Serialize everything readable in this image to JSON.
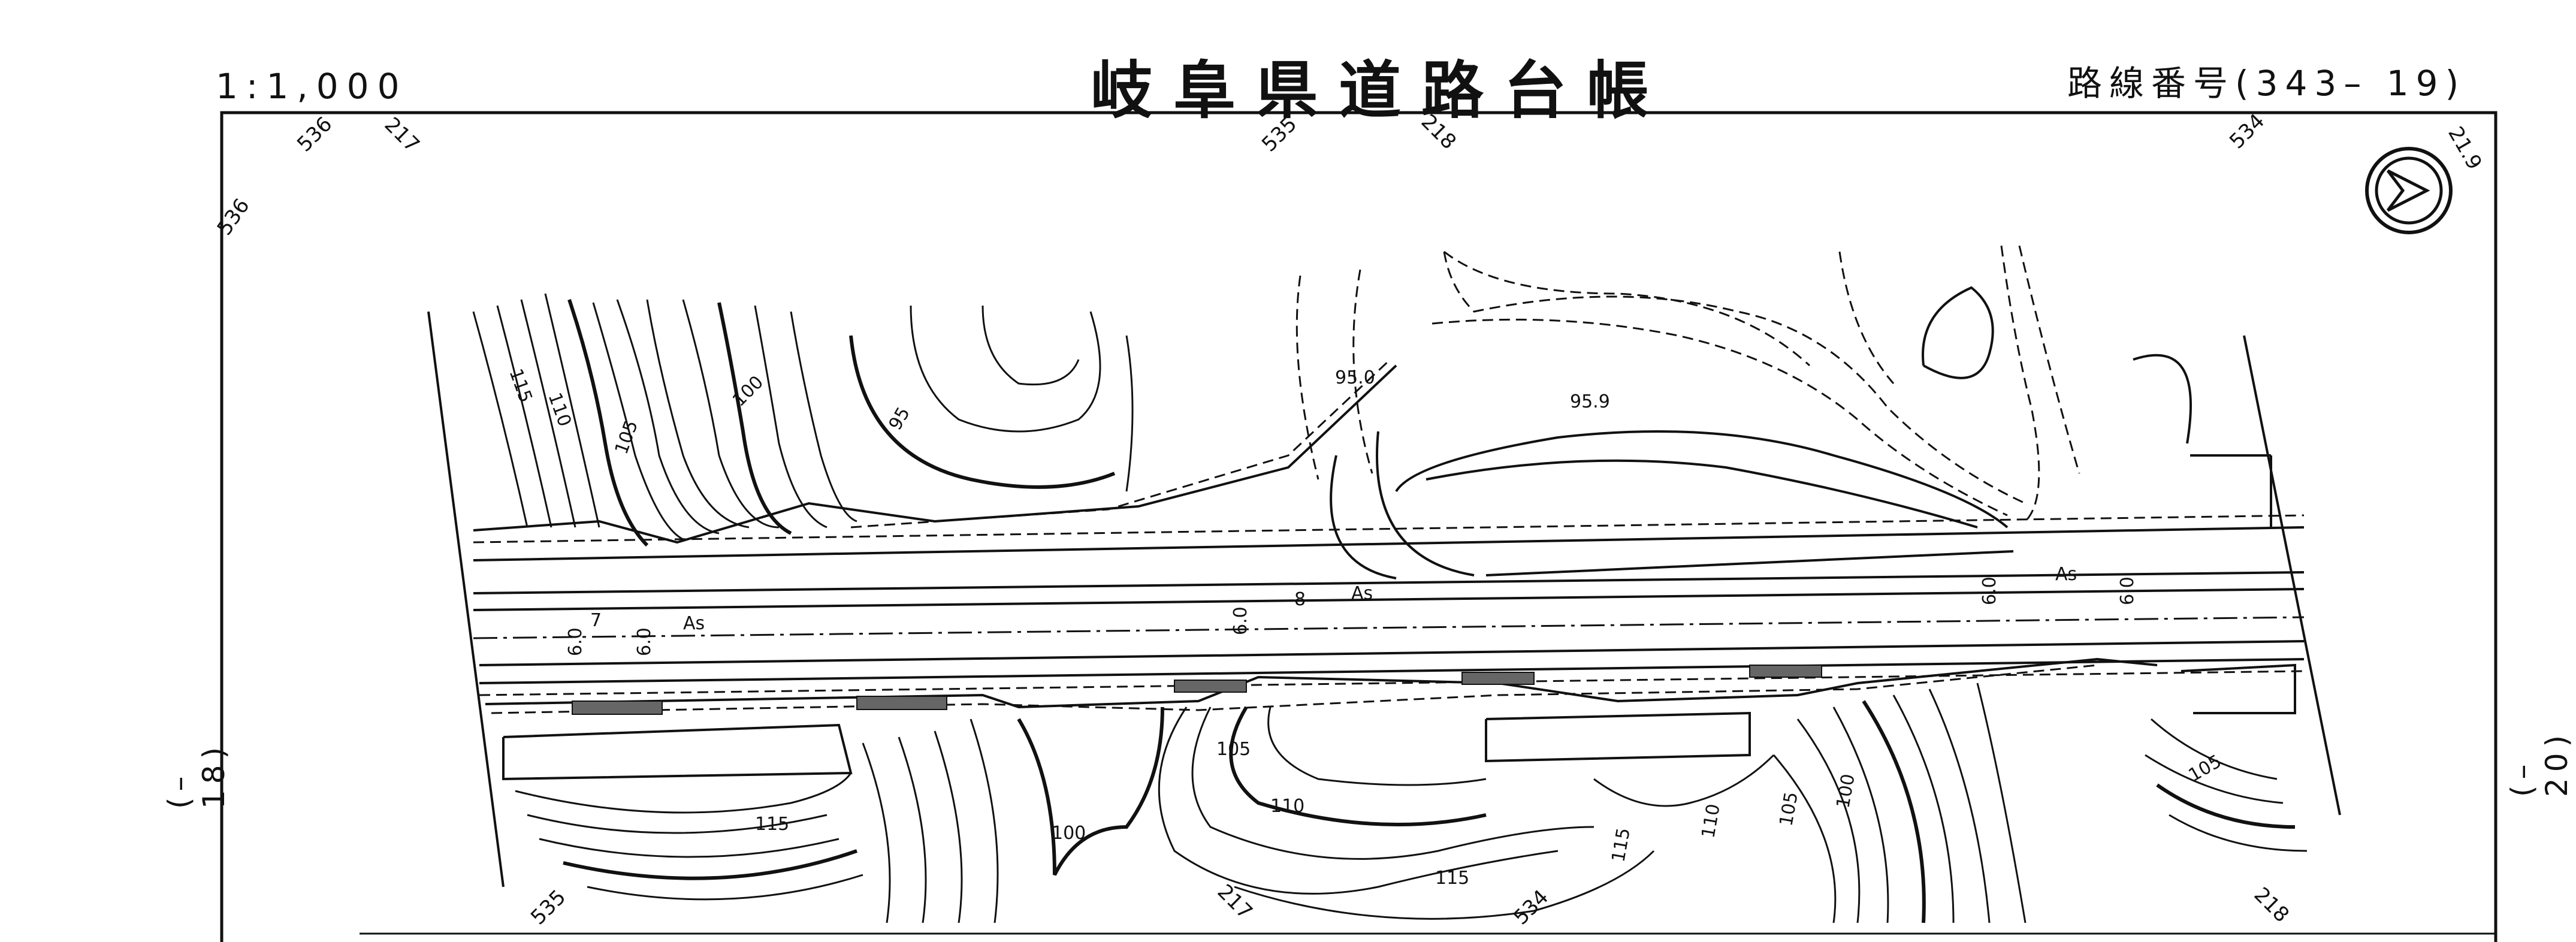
{
  "header": {
    "scale": "1:1,000",
    "title": "岐阜県道路台帳",
    "route_number": "路線番号(343– 19)"
  },
  "sheet_refs": {
    "left": "(– 18)",
    "right": "(– 20)"
  },
  "icons": {
    "north_arrow": "north-arrow-icon"
  },
  "map_labels": {
    "station_536_top": "536",
    "offset_217_top": "217",
    "station_536_side": "536",
    "station_535_top": "535",
    "offset_218_top": "218",
    "station_534_top": "534",
    "offset_219_top": "21.9",
    "station_535_bottom": "535",
    "offset_217_bottom": "217",
    "station_534_bottom": "534",
    "offset_218_bottom": "218",
    "contour_115_a": "115",
    "contour_110": "110",
    "contour_105_a": "105",
    "contour_100_a": "100",
    "contour_95": "95",
    "elev_950": "95.0",
    "elev_959": "95.9",
    "contour_105_b": "105",
    "contour_115_b": "115",
    "contour_100_b": "100",
    "contour_110_b": "110",
    "contour_115_c": "115",
    "contour_115_d": "115",
    "contour_110_c": "110",
    "contour_105_c": "105",
    "contour_100_c": "100",
    "contour_105_d": "105",
    "width_60_a": "6.0",
    "width_60_b": "6.0",
    "width_60_c": "6.0",
    "width_60_d": "6.0",
    "width_60_e": "6.0",
    "width_7": "7",
    "width_8": "8",
    "surface_as_1": "As",
    "surface_as_2": "As",
    "surface_as_3": "As"
  }
}
